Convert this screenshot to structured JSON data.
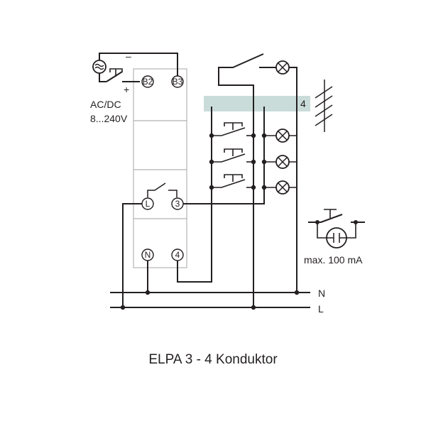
{
  "diagram": {
    "caption": "ELPA 3 - 4 Konduktor",
    "supply": {
      "type_label": "AC/DC",
      "voltage_label": "8...240V",
      "minus_sign": "–",
      "plus_sign": "+"
    },
    "terminals": {
      "b2": "B2",
      "b3": "B3",
      "l": "L",
      "out3": "3",
      "n": "N",
      "out4": "4"
    },
    "conductor_band_label": "4",
    "bus_labels": {
      "neutral": "N",
      "line": "L"
    },
    "illuminated_pushbutton": {
      "current_label": "max. 100 mA"
    },
    "colors": {
      "wire": "#231f20",
      "module_outline": "#b5b5b5",
      "conductor_band": "#c9dcd9"
    }
  }
}
